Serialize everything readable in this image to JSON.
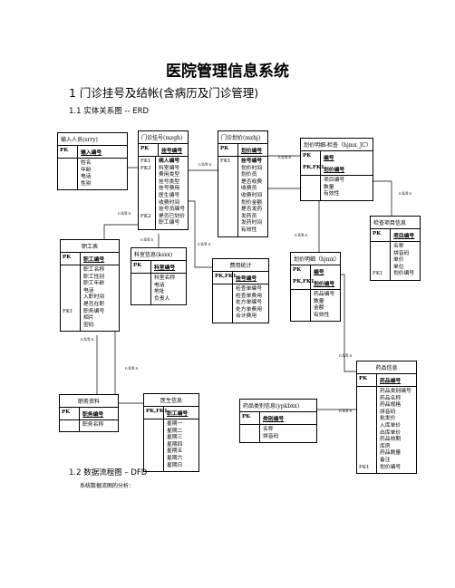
{
  "doc": {
    "title": "医院管理信息系统",
    "section1": "1  门诊挂号及结帐(含病历及门诊管理)",
    "section1_1": "1.1  实体关系图  -- ERD",
    "section1_2": "1.2  数据流程图  – DFD",
    "note": "系统数据流图的分析："
  },
  "cardinality": "n:0/0:n",
  "entities": {
    "input_staff": {
      "title": "输入人员(srry)",
      "pk_key": "PK",
      "pk_name": "输入编号",
      "attrs": [
        "姓名",
        "年龄",
        "电话",
        "性别"
      ]
    },
    "registration": {
      "title": "门诊挂号(mzgh)",
      "pk_key": "PK",
      "pk_name": "挂号编号",
      "body_keys": [
        "FK1",
        "FK3",
        "",
        "",
        "",
        "",
        "",
        "",
        "FK2"
      ],
      "attrs": [
        "病人编号",
        "科室编号",
        "费用类型",
        "挂号类型",
        "挂号费用",
        "医生编号",
        "收费时间",
        "挂号员编号",
        "是否已划价",
        "职工编号"
      ]
    },
    "pricing": {
      "title": "门诊划价(mzhj)",
      "pk_key": "PK",
      "pk_name": "划价编号",
      "body_key": "FK1",
      "attrs": [
        "挂号编号",
        "划价时间",
        "划价员",
        "是否收费",
        "收费员",
        "收费时间",
        "划价金额",
        "是否发药",
        "发药员",
        "发药时间",
        "有效性"
      ]
    },
    "pricing_detail_check": {
      "title": "划价明细-检查（hjmx_JC）",
      "pk_key": "PK",
      "pk_name": "编号",
      "fk_key": "PK,FK1",
      "fk_name": "划价编号",
      "attrs": [
        "项目编号",
        "数量",
        "有效性"
      ]
    },
    "check_items": {
      "title": "检查项目信息",
      "pk_key": "PK",
      "pk_name": "项目编号",
      "body_key": "FK1",
      "attrs": [
        "名称",
        "拼音码",
        "单价",
        "单位",
        "划价编号"
      ]
    },
    "employee": {
      "title": "职工表",
      "pk_key": "PK",
      "pk_name": "职工编号",
      "body_key": "FK1",
      "attrs": [
        "职工名称",
        "职工性别",
        "职工年龄",
        "电话",
        "入职时间",
        "是否在职",
        "职务编号",
        "相片",
        "密码"
      ]
    },
    "department": {
      "title": "科室信息(ksxx)",
      "pk_key": "PK",
      "pk_name": "科室编号",
      "attrs": [
        "科室名称",
        "电话",
        "地址",
        "负责人"
      ]
    },
    "fee_stats": {
      "title": "费用统计",
      "pk_key": "PK,FK1",
      "pk_name": "挂号编号",
      "attrs": [
        "检查单编号",
        "检查单费用",
        "处方单编号",
        "处方单费用",
        "合计费用"
      ]
    },
    "pricing_detail": {
      "title": "划价明细（hjmx）",
      "pk_key": "PK",
      "pk_name": "编号",
      "fk_key": "PK,FK1",
      "fk_name": "划价编号",
      "attrs": [
        "药品编号",
        "数量",
        "金额",
        "有效性"
      ]
    },
    "job": {
      "title": "职务资料",
      "pk_key": "PK",
      "pk_name": "职务编号",
      "attrs": [
        "职务名称"
      ]
    },
    "doctor": {
      "title": "医生信息",
      "pk_key": "PK,FK1",
      "pk_name": "职工编号",
      "attrs": [
        "星期一",
        "星期二",
        "星期三",
        "星期四",
        "星期五",
        "星期六",
        "星期日"
      ]
    },
    "drug_category": {
      "title": "药品类别信息(ypkbxx)",
      "pk_key": "PK",
      "pk_name": "类别编号",
      "attrs": [
        "名称",
        "拼音码"
      ]
    },
    "drug": {
      "title": "药品信息",
      "pk_key": "PK",
      "pk_name": "药品编号",
      "body_key": "FK1",
      "attrs": [
        "药品类别编号",
        "药品名称",
        "药品规格",
        "拼音码",
        "批发价",
        "入库单价",
        "出库单价",
        "药品效期",
        "库房",
        "药品数量",
        "备注",
        "划价编号"
      ]
    }
  }
}
